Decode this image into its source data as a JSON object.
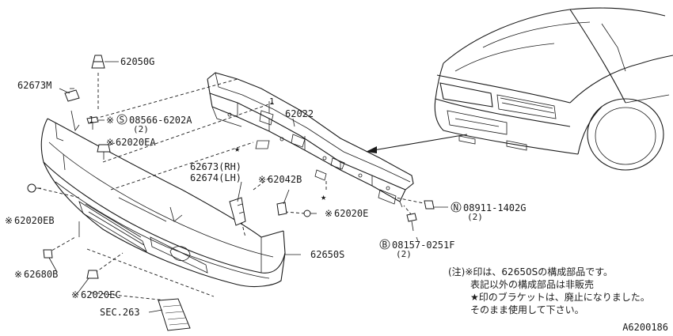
{
  "labels": {
    "p62050G": "62050G",
    "p62673M": "62673M",
    "p08566": "08566-6202A",
    "p08566_qty": "(2)",
    "p62020EA": "62020EA",
    "p62022": "62022",
    "p62673_rh": "62673(RH)",
    "p62674_lh": "62674(LH)",
    "p62042B": "62042B",
    "p62020E": "62020E",
    "p62020EB": "62020EB",
    "p08911": "08911-1402G",
    "p08911_qty": "(2)",
    "p08157": "08157-0251F",
    "p08157_qty": "(2)",
    "p62650S": "62650S",
    "p62680B": "62680B",
    "p62020EC": "62020EC",
    "sec263": "SEC.263",
    "marker_s": "S",
    "marker_n": "N",
    "marker_b": "B",
    "mark_ast": "※",
    "mark_star": "★",
    "mark_one": "1"
  },
  "notes": [
    "(注)※印は、62650Sの構成部品です。",
    "表記以外の構成部品は非販売",
    "★印のブラケットは、廃止になりました。",
    "そのまま使用して下さい。"
  ],
  "diagram_id": "A6200186"
}
